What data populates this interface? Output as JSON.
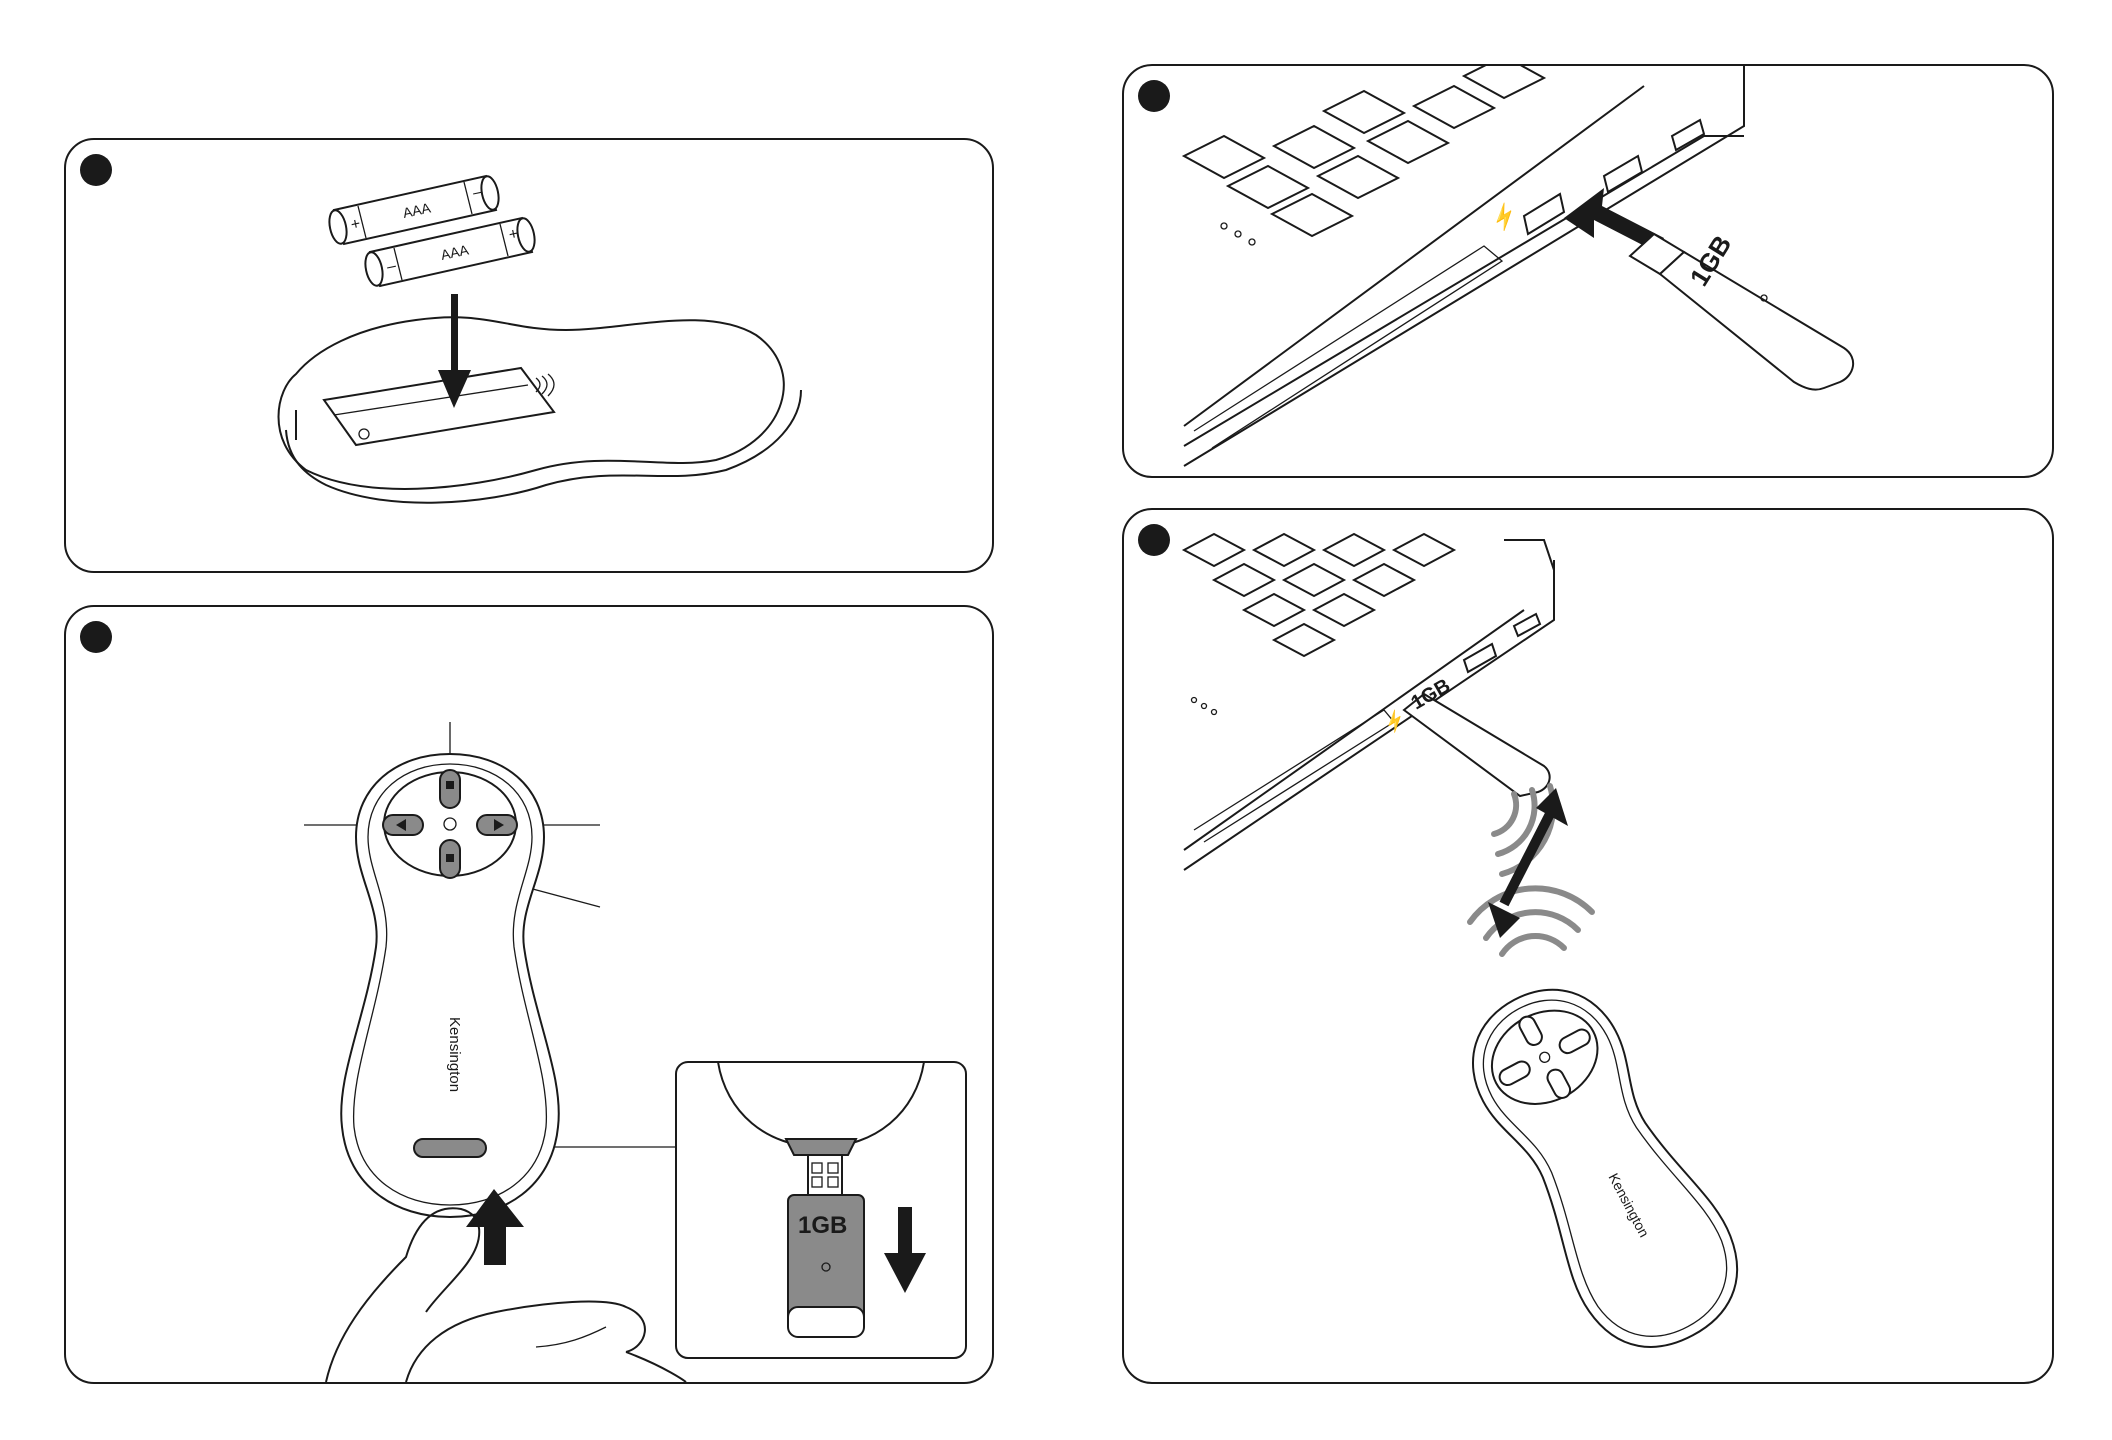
{
  "steps": [
    {
      "id": "battery-install"
    },
    {
      "id": "receiver-removal"
    },
    {
      "id": "usb-plug-in"
    },
    {
      "id": "wireless-pairing"
    }
  ],
  "battery_labels": {
    "battery1": "AAA",
    "battery2": "AAA",
    "plus": "+",
    "minus": "–"
  },
  "receiver_capacity": "1GB",
  "brand": "Kensington",
  "usb_symbol": "⚡"
}
